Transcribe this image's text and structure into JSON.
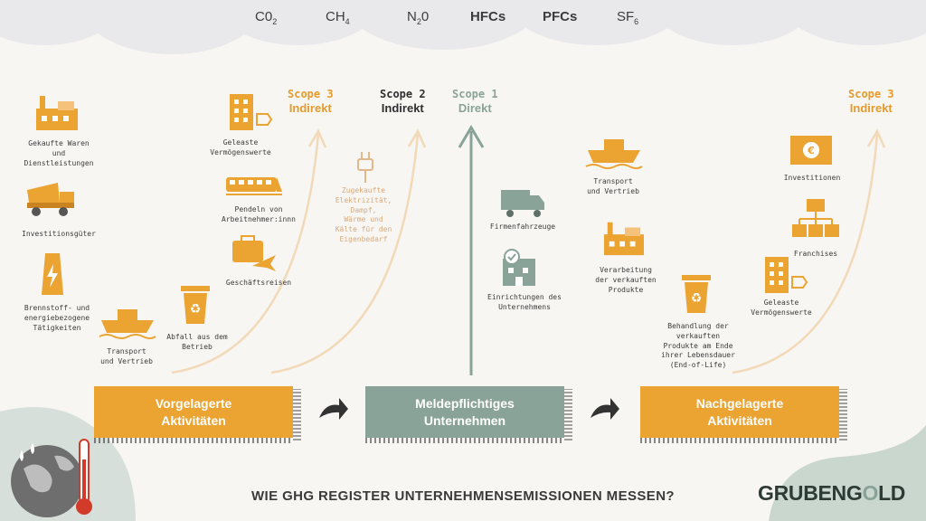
{
  "gases": [
    {
      "base": "C0",
      "sub": "2"
    },
    {
      "base": "CH",
      "sub": "4"
    },
    {
      "base": "N",
      "sub": "2",
      "rest": "0"
    },
    {
      "base": "HFCs",
      "sub": ""
    },
    {
      "base": "PFCs",
      "sub": ""
    },
    {
      "base": "SF",
      "sub": "6"
    }
  ],
  "scopes": {
    "scope3_left": {
      "title": "Scope 3",
      "subtitle": "Indirekt"
    },
    "scope2": {
      "title": "Scope 2",
      "subtitle": "Indirekt"
    },
    "scope1": {
      "title": "Scope 1",
      "subtitle": "Direkt"
    },
    "scope3_right": {
      "title": "Scope 3",
      "subtitle": "Indirekt"
    }
  },
  "upstream": {
    "purchased_goods": "Gekaufte Waren\nund\nDienstleistungen",
    "capital_goods": "Investitionsgüter",
    "fuel_energy": "Brennstoff- und\nenergiebezogene\nTätigkeiten",
    "transport": "Transport\nund Vertrieb",
    "waste": "Abfall aus dem\nBetrieb",
    "leased_assets": "Geleaste\nVermögenswerte",
    "commuting": "Pendeln von\nArbeitnehmer:innn",
    "business_travel": "Geschäftsreisen",
    "electricity": "Zugekaufte\nElektrizität,\nDampf,\nWärme und\nKälte für den\nEigenbedarf"
  },
  "company": {
    "vehicles": "Firmenfahrzeuge",
    "facilities": "Einrichtungen des\nUnternehmens"
  },
  "downstream": {
    "transport": "Transport\nund Vertrieb",
    "processing": "Verarbeitung\nder verkauften\nProdukte",
    "end_of_life": "Behandlung der\nverkauften\nProdukte am Ende\nihrer Lebensdauer\n(End-of-Life)",
    "investments": "Investitionen",
    "franchises": "Franchises",
    "leased_assets": "Geleaste\nVermögenswerte"
  },
  "boxes": {
    "upstream": "Vorgelagerte\nAktivitäten",
    "reporting": "Meldepflichtiges\nUnternehmen",
    "downstream": "Nachgelagerte\nAktivitäten"
  },
  "title": "WIE GHG REGISTER UNTERNEHMENSEMISSIONEN MESSEN?",
  "logo": "GRUBENG",
  "logo_o": "O",
  "logo_end": "LD",
  "colors": {
    "orange": "#eba332",
    "grey_green": "#8aa399",
    "peach": "#e9c7a4",
    "text": "#3a3a3a"
  }
}
